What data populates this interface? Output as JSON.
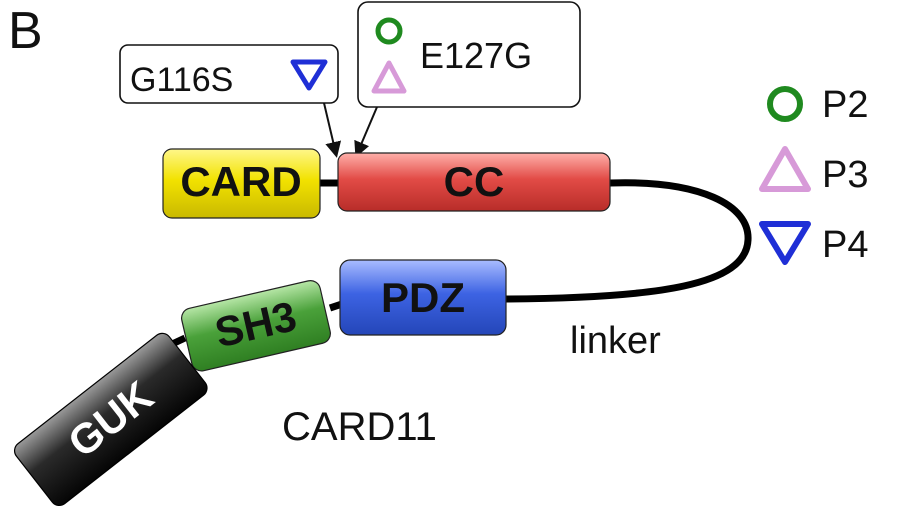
{
  "panel_letter": "B",
  "domains": {
    "card": "CARD",
    "cc": "CC",
    "pdz": "PDZ",
    "sh3": "SH3",
    "guk": "GUK"
  },
  "labels": {
    "linker": "linker",
    "protein": "CARD11"
  },
  "mutations": [
    {
      "name": "G116S",
      "marker": "triangle-down",
      "color": "#1f2fd6"
    },
    {
      "name": "E127G",
      "markers": [
        "circle",
        "triangle-up"
      ],
      "colors": [
        "#1f8a1f",
        "#d79ad8"
      ]
    }
  ],
  "legend": [
    {
      "label": "P2",
      "marker": "circle",
      "color": "#1f8a1f"
    },
    {
      "label": "P3",
      "marker": "triangle-up",
      "color": "#d79ad8"
    },
    {
      "label": "P4",
      "marker": "triangle-down",
      "color": "#1f2fd6"
    }
  ],
  "colors": {
    "card": "#f2e200",
    "cc": "#e24b46",
    "pdz": "#3d63e3",
    "sh3": "#4aa13a",
    "guk": "#1f1f1f"
  }
}
